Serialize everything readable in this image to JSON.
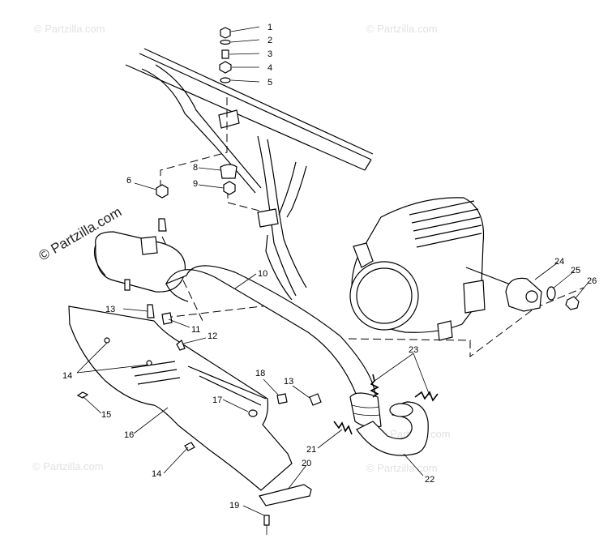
{
  "watermarks": {
    "main": "© Partzilla.com",
    "faint": "© Partzilla.com"
  },
  "callouts": [
    {
      "id": "c1",
      "text": "1"
    },
    {
      "id": "c2",
      "text": "2"
    },
    {
      "id": "c3",
      "text": "3"
    },
    {
      "id": "c4",
      "text": "4"
    },
    {
      "id": "c5",
      "text": "5"
    },
    {
      "id": "c6",
      "text": "6"
    },
    {
      "id": "c8",
      "text": "8"
    },
    {
      "id": "c9",
      "text": "9"
    },
    {
      "id": "c10",
      "text": "10"
    },
    {
      "id": "c11",
      "text": "11"
    },
    {
      "id": "c12",
      "text": "12"
    },
    {
      "id": "c13a",
      "text": "13"
    },
    {
      "id": "c13b",
      "text": "13"
    },
    {
      "id": "c14a",
      "text": "14"
    },
    {
      "id": "c14b",
      "text": "14"
    },
    {
      "id": "c15",
      "text": "15"
    },
    {
      "id": "c16",
      "text": "16"
    },
    {
      "id": "c17",
      "text": "17"
    },
    {
      "id": "c18",
      "text": "18"
    },
    {
      "id": "c19",
      "text": "19"
    },
    {
      "id": "c20",
      "text": "20"
    },
    {
      "id": "c21",
      "text": "21"
    },
    {
      "id": "c22",
      "text": "22"
    },
    {
      "id": "c23",
      "text": "23"
    },
    {
      "id": "c24",
      "text": "24"
    },
    {
      "id": "c25",
      "text": "25"
    },
    {
      "id": "c26",
      "text": "26"
    }
  ]
}
